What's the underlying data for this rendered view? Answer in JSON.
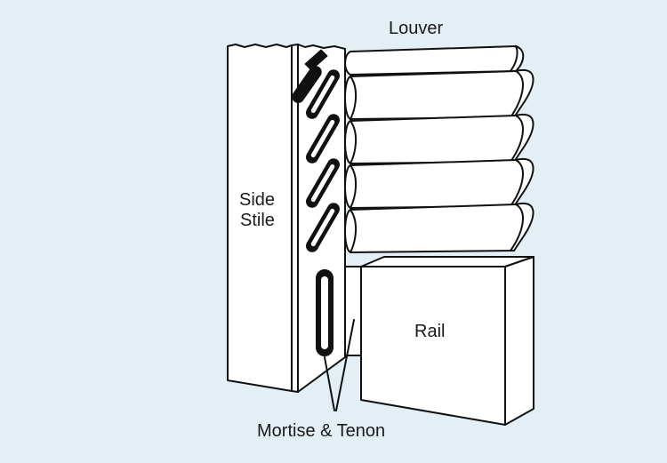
{
  "labels": {
    "louver": "Louver",
    "side_stile_line1": "Side",
    "side_stile_line2": "Stile",
    "rail": "Rail",
    "mortise_tenon": "Mortise & Tenon"
  },
  "colors": {
    "background": "#e3eff4",
    "fill": "#ffffff",
    "stroke": "#111111",
    "mortise": "#111111"
  }
}
